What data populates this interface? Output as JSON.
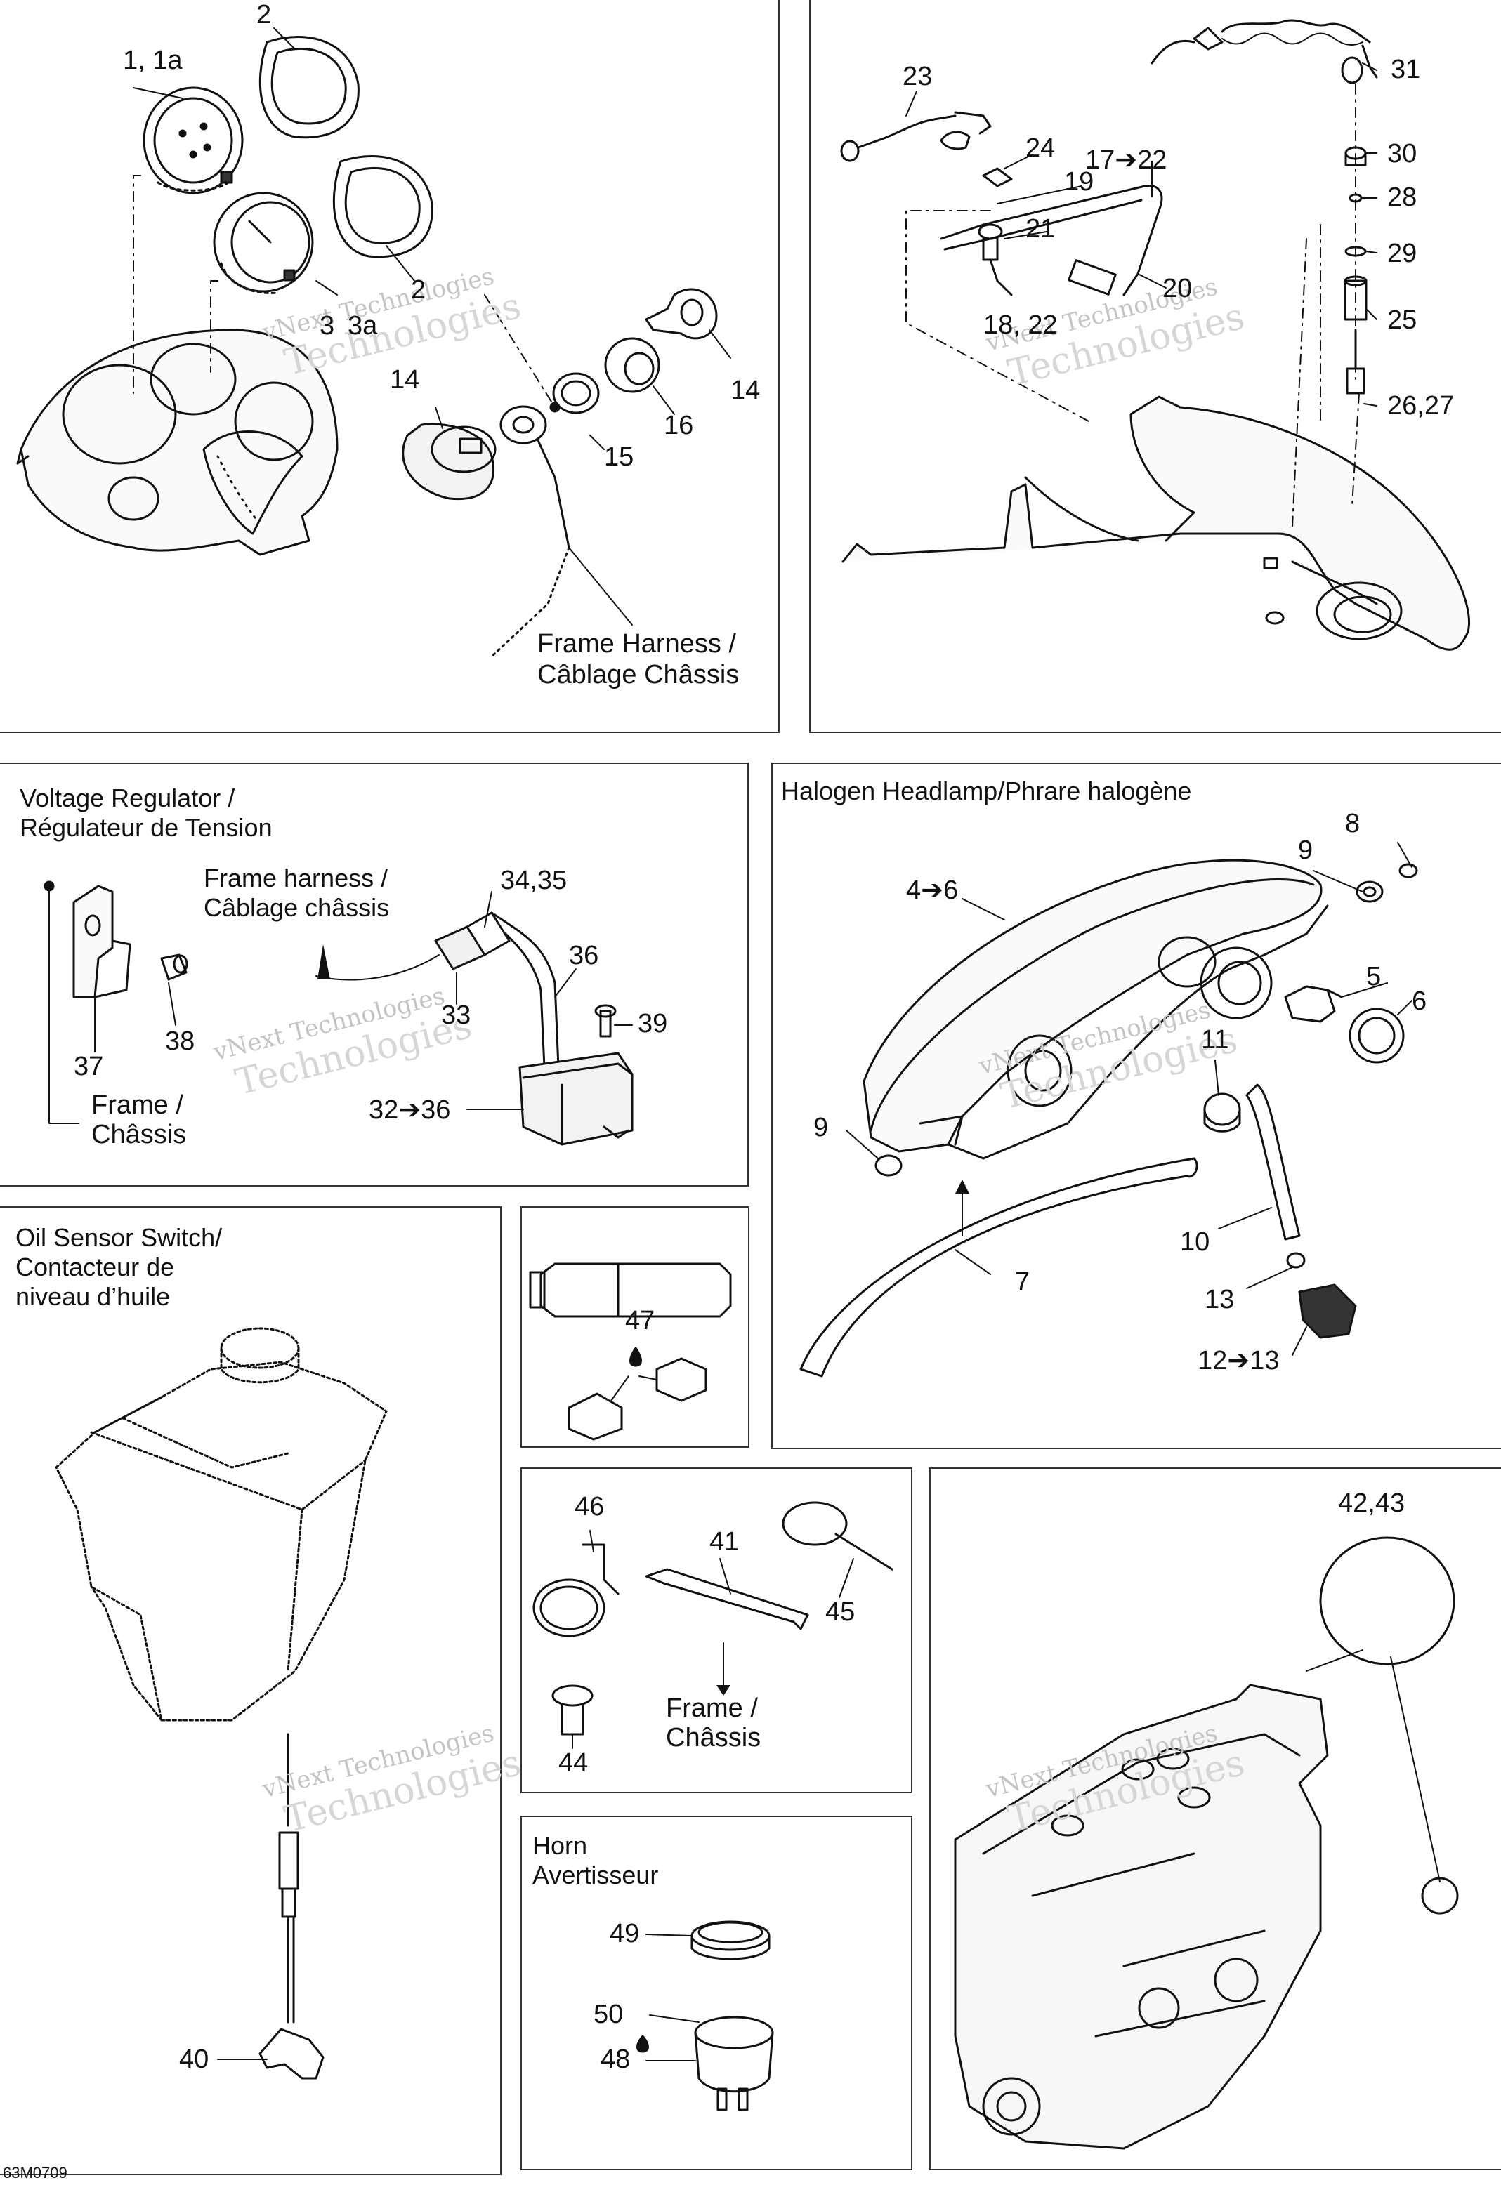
{
  "panels": {
    "gauges": {
      "callouts": [
        "1, 1a",
        "2",
        "2",
        "3",
        "3a",
        "14",
        "14",
        "15",
        "16"
      ],
      "harness_label": [
        "Frame Harness /",
        "Câblage Châssis"
      ]
    },
    "top_right": {
      "callouts": [
        "23",
        "24",
        "19",
        "17➔22",
        "21",
        "20",
        "18, 22",
        "31",
        "30",
        "28",
        "29",
        "25",
        "26,27"
      ]
    },
    "voltage_regulator": {
      "title": [
        "Voltage Regulator /",
        "Régulateur de Tension"
      ],
      "harness_label": [
        "Frame harness /",
        "Câblage châssis"
      ],
      "frame_label": [
        "Frame /",
        "Châssis"
      ],
      "callouts": [
        "34,35",
        "36",
        "33",
        "39",
        "37",
        "38",
        "32➔36"
      ]
    },
    "headlamp": {
      "title": "Halogen Headlamp/Phrare halogène",
      "callouts": [
        "8",
        "9",
        "4➔6",
        "5",
        "6",
        "11",
        "9",
        "10",
        "7",
        "13",
        "12➔13"
      ]
    },
    "oil_sensor": {
      "title": [
        "Oil Sensor Switch/",
        "Contacteur de",
        "niveau d’huile"
      ],
      "callouts": [
        "40"
      ]
    },
    "grease": {
      "callouts": [
        "47"
      ]
    },
    "fasteners": {
      "callouts": [
        "46",
        "41",
        "45",
        "44"
      ],
      "frame_label": [
        "Frame /",
        "Châssis"
      ]
    },
    "horn": {
      "title": [
        "Horn",
        "Avertisseur"
      ],
      "callouts": [
        "49",
        "50",
        "48"
      ]
    },
    "engine": {
      "callouts": [
        "42,43"
      ]
    }
  },
  "watermark": {
    "line1": "vNext Technologies",
    "line2": "Technologies"
  },
  "figure_code": "63M0709"
}
